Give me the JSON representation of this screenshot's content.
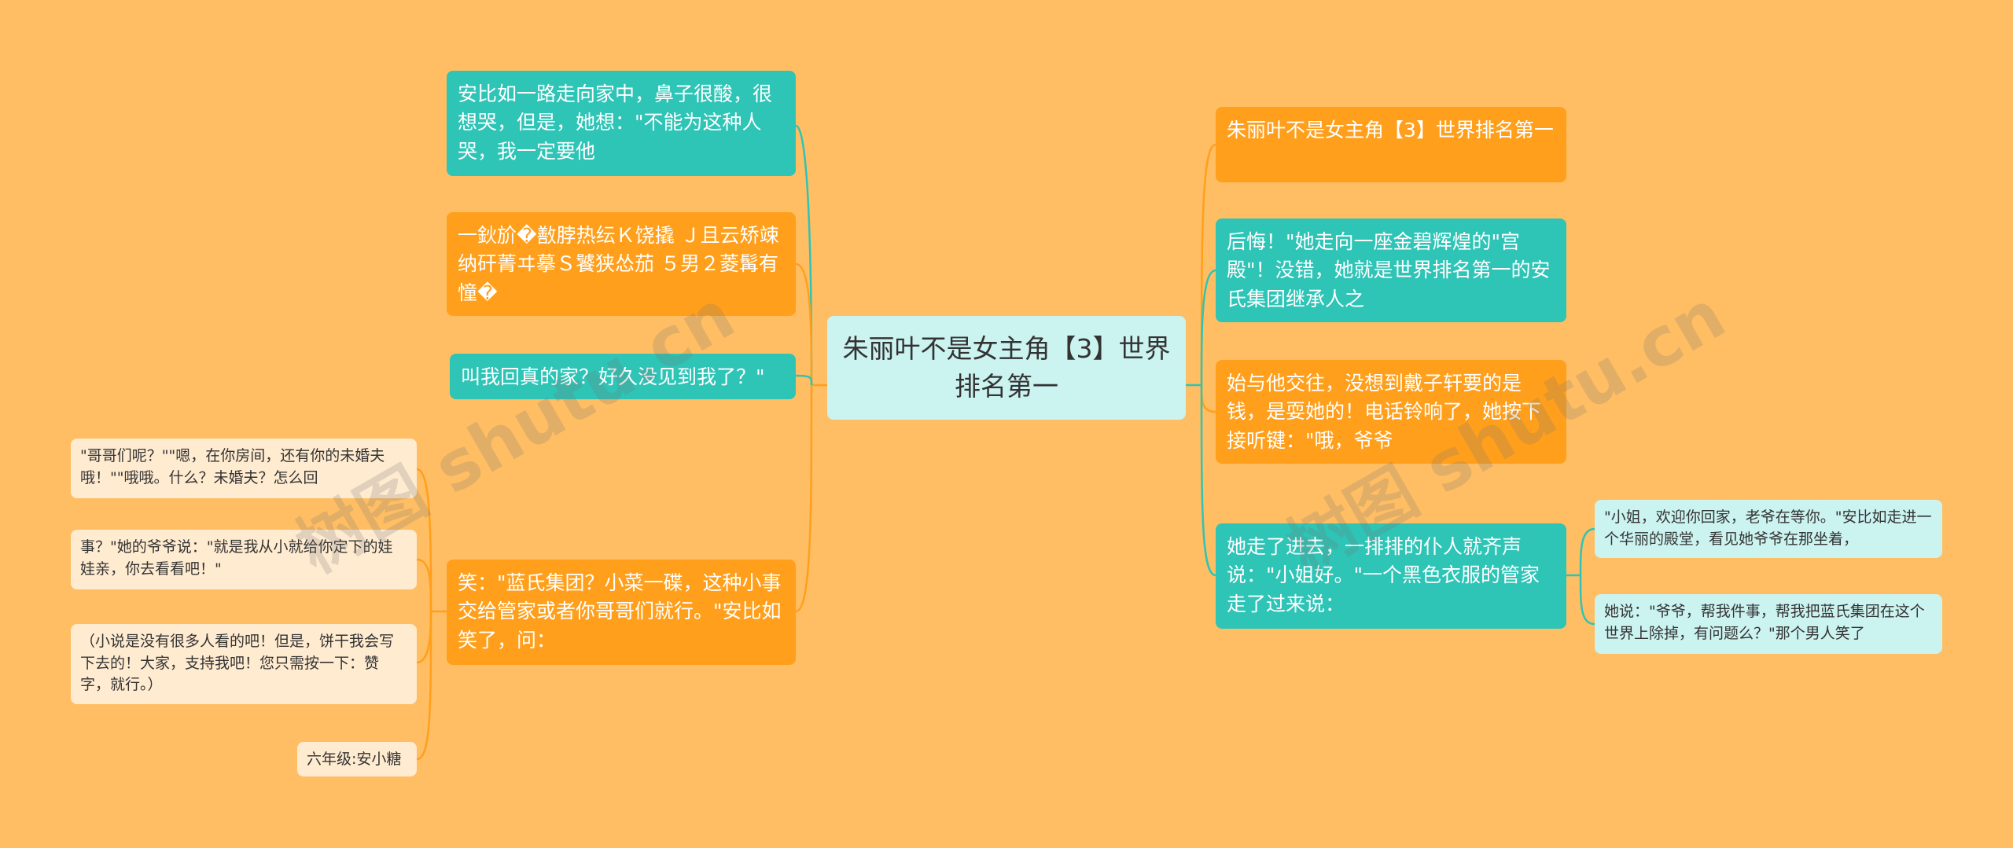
{
  "root": {
    "label": "朱丽叶不是女主角【3】世界排名第一"
  },
  "left": [
    {
      "label": "安比如一路走向家中，鼻子很酸，很想哭，但是，她想：\"不能为这种人哭，我一定要他"
    },
    {
      "label": "一鈥斺�敾脖热纭Ｋ饶撬 Ｊ且云矫竦纳矸菁ヰ摹Ｓ饕狭怂茄 ５男２菱髯有憧�"
    },
    {
      "label": "叫我回真的家？好久没见到我了？\""
    },
    {
      "label": "笑：\"蓝氏集团？小菜一碟，这种小事交给管家或者你哥哥们就行。\"安比如笑了，问：",
      "children": [
        {
          "label": "\"哥哥们呢？\"\"嗯，在你房间，还有你的未婚夫哦！\"\"哦哦。什么？未婚夫？怎么回"
        },
        {
          "label": "事？\"她的爷爷说：\"就是我从小就给你定下的娃娃亲，你去看看吧！\""
        },
        {
          "label": "（小说是没有很多人看的吧！但是，饼干我会写下去的！大家，支持我吧！您只需按一下：赞字，就行。）"
        },
        {
          "label": "六年级:安小糖"
        }
      ]
    }
  ],
  "right": [
    {
      "label": "朱丽叶不是女主角【3】世界排名第一"
    },
    {
      "label": "后悔！\"她走向一座金碧辉煌的\"宫殿\"！没错，她就是世界排名第一的安氏集团继承人之"
    },
    {
      "label": "始与他交往，没想到戴子轩要的是钱，是耍她的！电话铃响了，她按下接听键：\"哦，爷爷"
    },
    {
      "label": "她走了进去，一排排的仆人就齐声说：\"小姐好。\"一个黑色衣服的管家走了过来说：",
      "children": [
        {
          "label": "\"小姐，欢迎你回家，老爷在等你。\"安比如走进一个华丽的殿堂，看见她爷爷在那坐着，"
        },
        {
          "label": "她说：\"爷爷，帮我件事，帮我把蓝氏集团在这个世界上除掉，有问题么？\"那个男人笑了"
        }
      ]
    }
  ],
  "watermark": [
    "树图 shutu.cn",
    "树图 shutu.cn"
  ],
  "colors": {
    "background": "#FFBE63",
    "teal": "#2EC4B6",
    "orange": "#FF9F1C",
    "root": "#CBF3F0",
    "leaf_light": "#FFEBD0",
    "leaf_cyan": "#CBF3F0"
  }
}
